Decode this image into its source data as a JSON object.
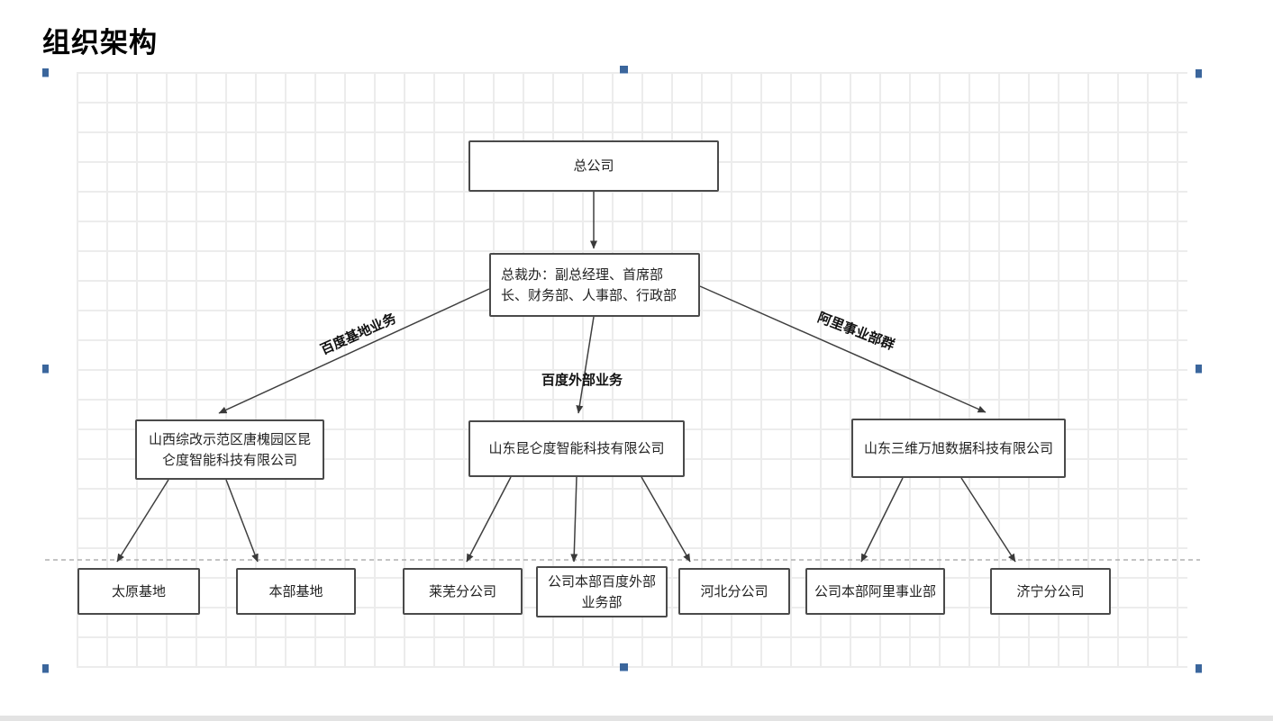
{
  "page": {
    "title": "组织架构"
  },
  "canvas": {
    "grid_color": "#ececec",
    "handle_color": "#3b669c",
    "dashed_line_color": "#b0b0b0"
  },
  "diagram": {
    "nodes": [
      {
        "id": "head-office",
        "label": "总公司"
      },
      {
        "id": "president-office",
        "label": "总裁办：副总经理、首席部长、财务部、人事部、行政部"
      },
      {
        "id": "shanxi-company",
        "label": "山西综改示范区唐槐园区昆仑度智能科技有限公司"
      },
      {
        "id": "shandong-kunlundu",
        "label": "山东昆仑度智能科技有限公司"
      },
      {
        "id": "shandong-sanwei",
        "label": "山东三维万旭数据科技有限公司"
      },
      {
        "id": "taiyuan-base",
        "label": "太原基地"
      },
      {
        "id": "benbu-base",
        "label": "本部基地"
      },
      {
        "id": "laiwu-branch",
        "label": "莱芜分公司"
      },
      {
        "id": "baidu-external-dept",
        "label": "公司本部百度外部业务部"
      },
      {
        "id": "hebei-branch",
        "label": "河北分公司"
      },
      {
        "id": "ali-dept",
        "label": "公司本部阿里事业部"
      },
      {
        "id": "jining-branch",
        "label": "济宁分公司"
      }
    ],
    "edge_labels": [
      {
        "id": "baidu-base-biz",
        "label": "百度基地业务"
      },
      {
        "id": "baidu-external-biz",
        "label": "百度外部业务"
      },
      {
        "id": "ali-business-group",
        "label": "阿里事业部群"
      }
    ]
  }
}
